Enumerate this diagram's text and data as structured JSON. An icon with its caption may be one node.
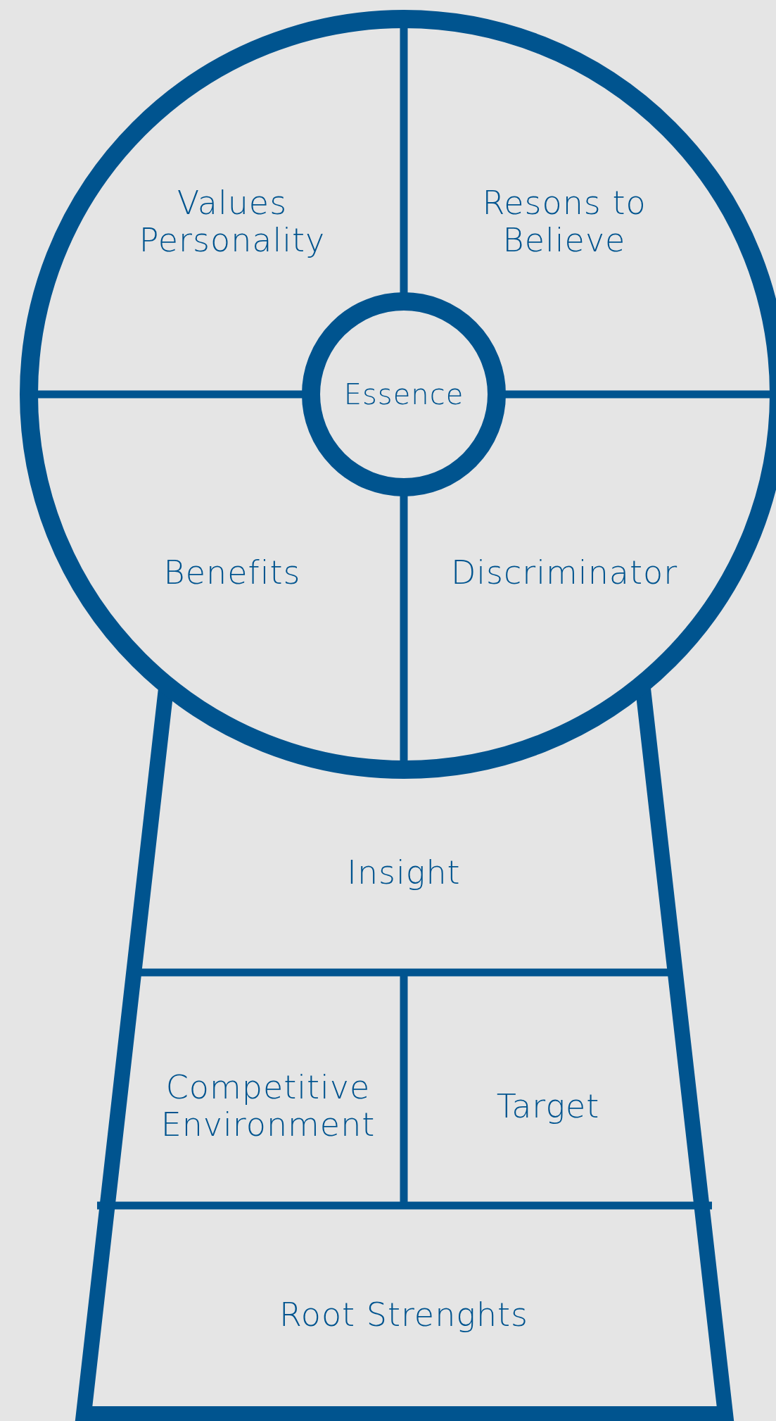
{
  "diagram": {
    "nodes": [
      {
        "text": [
          "Values Personality"
        ]
      },
      {
        "text": [
          "Resons to Believe"
        ]
      },
      {
        "text": [
          "Essence"
        ]
      },
      {
        "text": [
          "Benefits"
        ]
      },
      {
        "text": [
          "Discriminator"
        ]
      },
      {
        "text": [
          "Insight"
        ]
      },
      {
        "text": [
          "Competitive Environment"
        ]
      },
      {
        "text": [
          "Target"
        ]
      },
      {
        "text": [
          "Root Strenghts"
        ]
      }
    ]
  }
}
